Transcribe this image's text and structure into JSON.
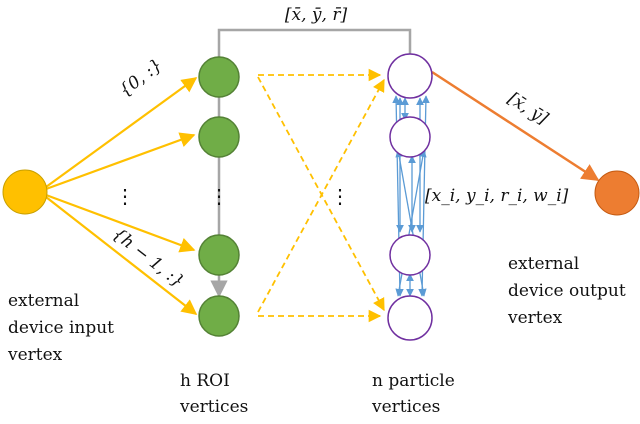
{
  "colors": {
    "input_node": "#FFC000",
    "output_node": "#ED7D31",
    "roi_node": "#70AD47",
    "roi_stroke": "#548235",
    "particle_stroke": "#7030A0",
    "input_edges": "#FFC000",
    "output_edge": "#ED7D31",
    "particle_edges": "#5B9BD5",
    "feedback_line": "#A6A6A6"
  },
  "icons": {
    "ellipsis": "⋮"
  },
  "labels": {
    "input_vertex": [
      "external",
      "device input",
      "vertex"
    ],
    "output_vertex": [
      "external",
      "device output",
      "vertex"
    ],
    "roi_vertices": [
      "h ROI",
      "vertices"
    ],
    "particle_vertices": [
      "n particle",
      "vertices"
    ],
    "feedback": "[x̄, ȳ, r̄]",
    "first_slice": "{0, :}",
    "last_slice": "{h − 1, :}",
    "output_edge": "[x̄, ȳ]",
    "particle_state": "[x_i, y_i, r_i, w_i]"
  }
}
